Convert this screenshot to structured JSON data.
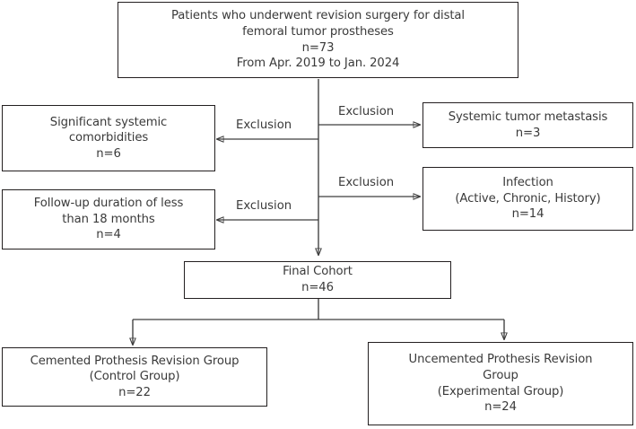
{
  "diagram": {
    "title": "Patient selection flow diagram",
    "type": "flowchart",
    "line_color": "#3d3d3d",
    "box_border_color": "#231f20",
    "text_color": "#3a3a3a",
    "background": "#ffffff"
  },
  "nodes": {
    "cohort_source": {
      "text": "Patients who underwent revision surgery for distal\nfemoral tumor prostheses\nn=73\nFrom Apr. 2019 to Jan. 2024",
      "n": 73,
      "period": "From Apr. 2019 to Jan. 2024"
    },
    "exclusion_comorbidities": {
      "text": "Significant systemic\ncomorbidities\nn=6",
      "n": 6
    },
    "exclusion_metastasis": {
      "text": "Systemic tumor metastasis\nn=3",
      "n": 3
    },
    "exclusion_followup": {
      "text": "Follow-up duration of less\nthan 18 months\nn=4",
      "n": 4
    },
    "exclusion_infection": {
      "text": "Infection\n(Active, Chronic, History)\nn=14",
      "n": 14
    },
    "final_cohort": {
      "text": "Final Cohort\nn=46",
      "n": 46
    },
    "group_cemented": {
      "text": "Cemented Prothesis Revision Group\n(Control Group)\nn=22",
      "n": 22
    },
    "group_uncemented": {
      "text": "Uncemented Prothesis Revision\nGroup\n(Experimental Group)\nn=24",
      "n": 24
    }
  },
  "edge_labels": {
    "exclusion_left_upper": "Exclusion",
    "exclusion_right_upper": "Exclusion",
    "exclusion_left_lower": "Exclusion",
    "exclusion_right_lower": "Exclusion"
  }
}
